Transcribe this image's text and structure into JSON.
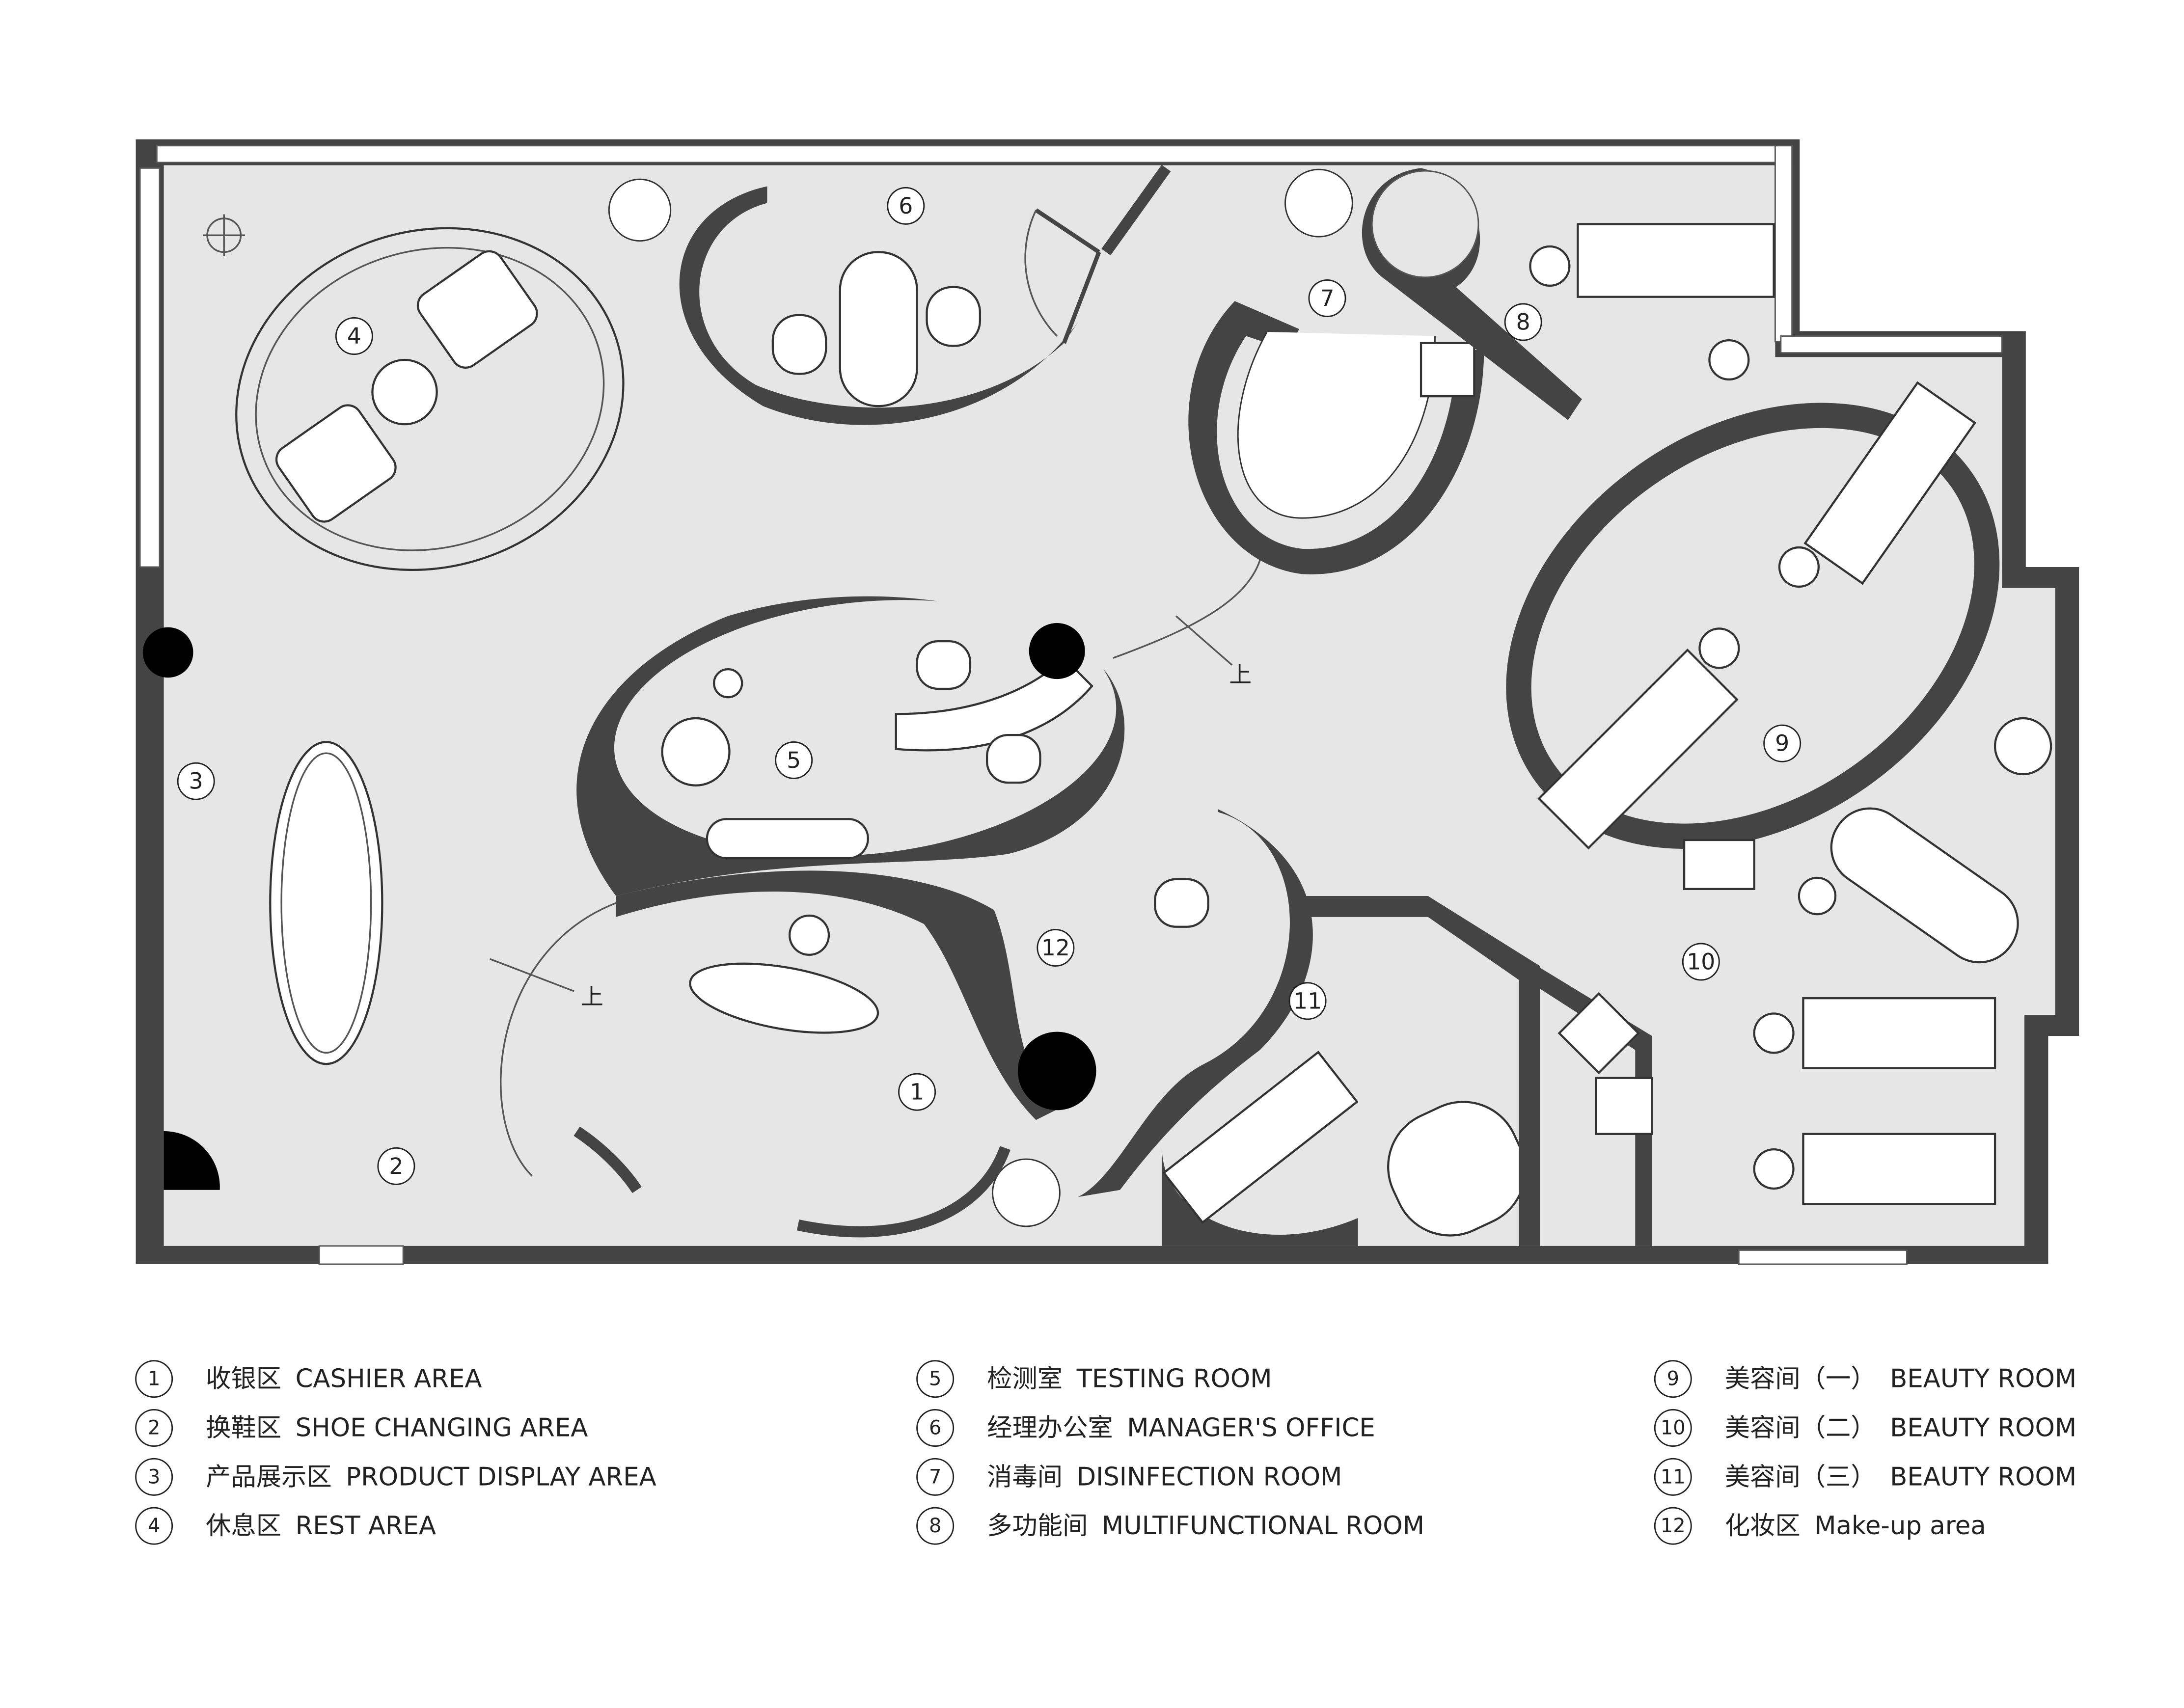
{
  "plan": {
    "room_markers": [
      "1",
      "2",
      "3",
      "4",
      "5",
      "6",
      "7",
      "8",
      "9",
      "10",
      "11",
      "12"
    ],
    "stair_labels": [
      "上",
      "上"
    ]
  },
  "legend": [
    {
      "num": "1",
      "cn": "收银区",
      "en": "CASHIER AREA"
    },
    {
      "num": "2",
      "cn": "换鞋区",
      "en": "SHOE CHANGING AREA"
    },
    {
      "num": "3",
      "cn": "产品展示区",
      "en": "PRODUCT DISPLAY AREA"
    },
    {
      "num": "4",
      "cn": "休息区",
      "en": "REST AREA"
    },
    {
      "num": "5",
      "cn": "检测室",
      "en": "TESTING ROOM"
    },
    {
      "num": "6",
      "cn": "经理办公室",
      "en": "MANAGER'S OFFICE"
    },
    {
      "num": "7",
      "cn": "消毒间",
      "en": "DISINFECTION ROOM"
    },
    {
      "num": "8",
      "cn": "多功能间",
      "en": "MULTIFUNCTIONAL ROOM"
    },
    {
      "num": "9",
      "cn": "美容间（一）",
      "en": "BEAUTY ROOM"
    },
    {
      "num": "10",
      "cn": "美容间（二）",
      "en": "BEAUTY ROOM"
    },
    {
      "num": "11",
      "cn": "美容间（三）",
      "en": "BEAUTY ROOM"
    },
    {
      "num": "12",
      "cn": "化妆区",
      "en": "Make-up area"
    }
  ],
  "colors": {
    "wall": "#444444",
    "floor": "#e6e6e6",
    "furniture": "#ffffff"
  }
}
